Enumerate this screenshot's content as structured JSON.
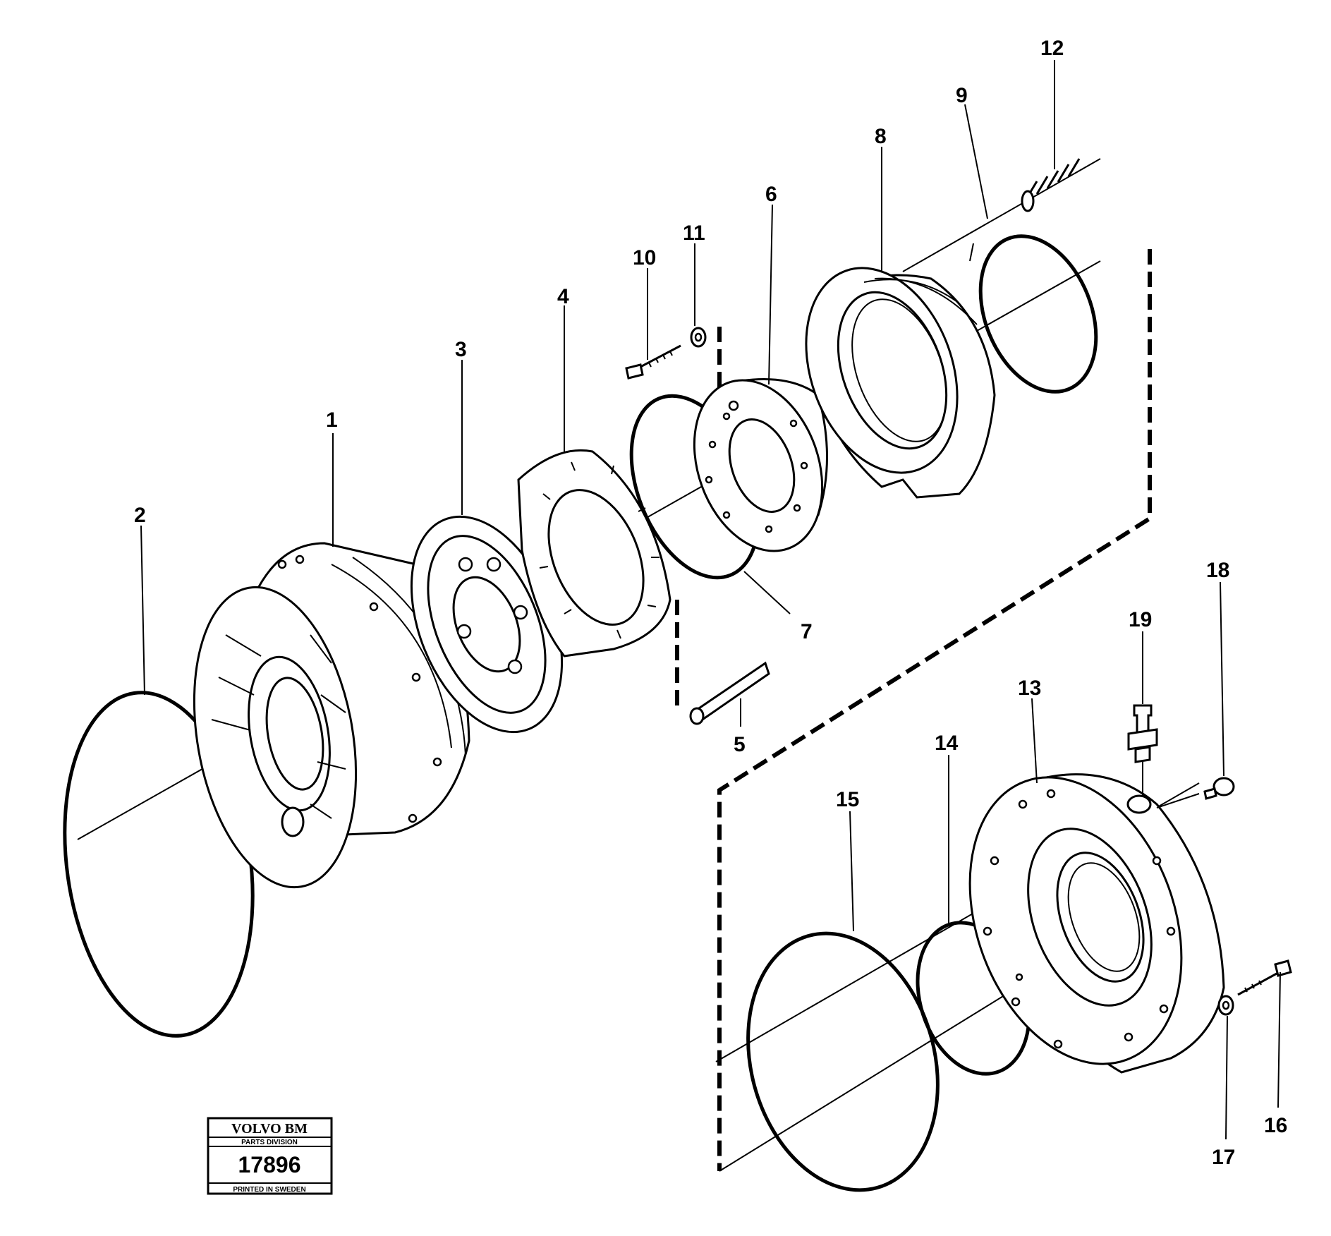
{
  "diagram": {
    "part_labels": [
      "1",
      "2",
      "3",
      "4",
      "5",
      "6",
      "7",
      "8",
      "9",
      "10",
      "11",
      "12",
      "13",
      "14",
      "15",
      "16",
      "17",
      "18",
      "19"
    ]
  },
  "title_block": {
    "brand": "VOLVO BM",
    "division": "PARTS DIVISION",
    "number": "17896",
    "printed": "PRINTED IN SWEDEN"
  }
}
